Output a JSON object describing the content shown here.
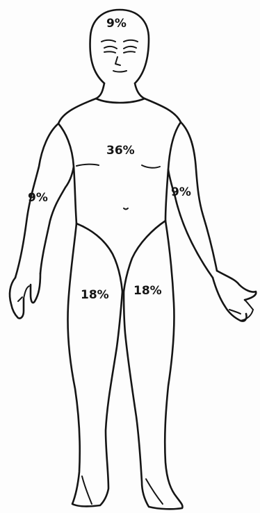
{
  "regions": {
    "head": "9%",
    "trunk": "36%",
    "right_arm": "9%",
    "left_arm": "9%",
    "right_leg": "18%",
    "left_leg": "18%"
  },
  "colors": {
    "ink": "#151515",
    "paper": "#fdfdfd"
  }
}
